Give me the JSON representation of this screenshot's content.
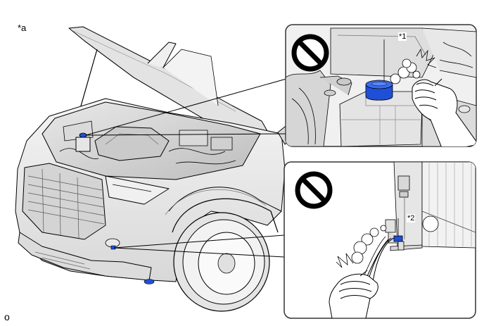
{
  "figure": {
    "view_label": "*a",
    "corner_mark": "o",
    "callouts": [
      {
        "id": "1",
        "text": "*1"
      },
      {
        "id": "2",
        "text": "*2"
      }
    ]
  },
  "colors": {
    "line": "#000000",
    "panel_border": "#333333",
    "highlight_blue": "#1f4fd6",
    "shade_light": "#e6e6e6",
    "shade_mid": "#cfcfcf"
  },
  "icons": [
    "prohibited-icon",
    "prohibited-icon",
    "hand-icon",
    "hand-icon",
    "steam-burst-icon"
  ]
}
